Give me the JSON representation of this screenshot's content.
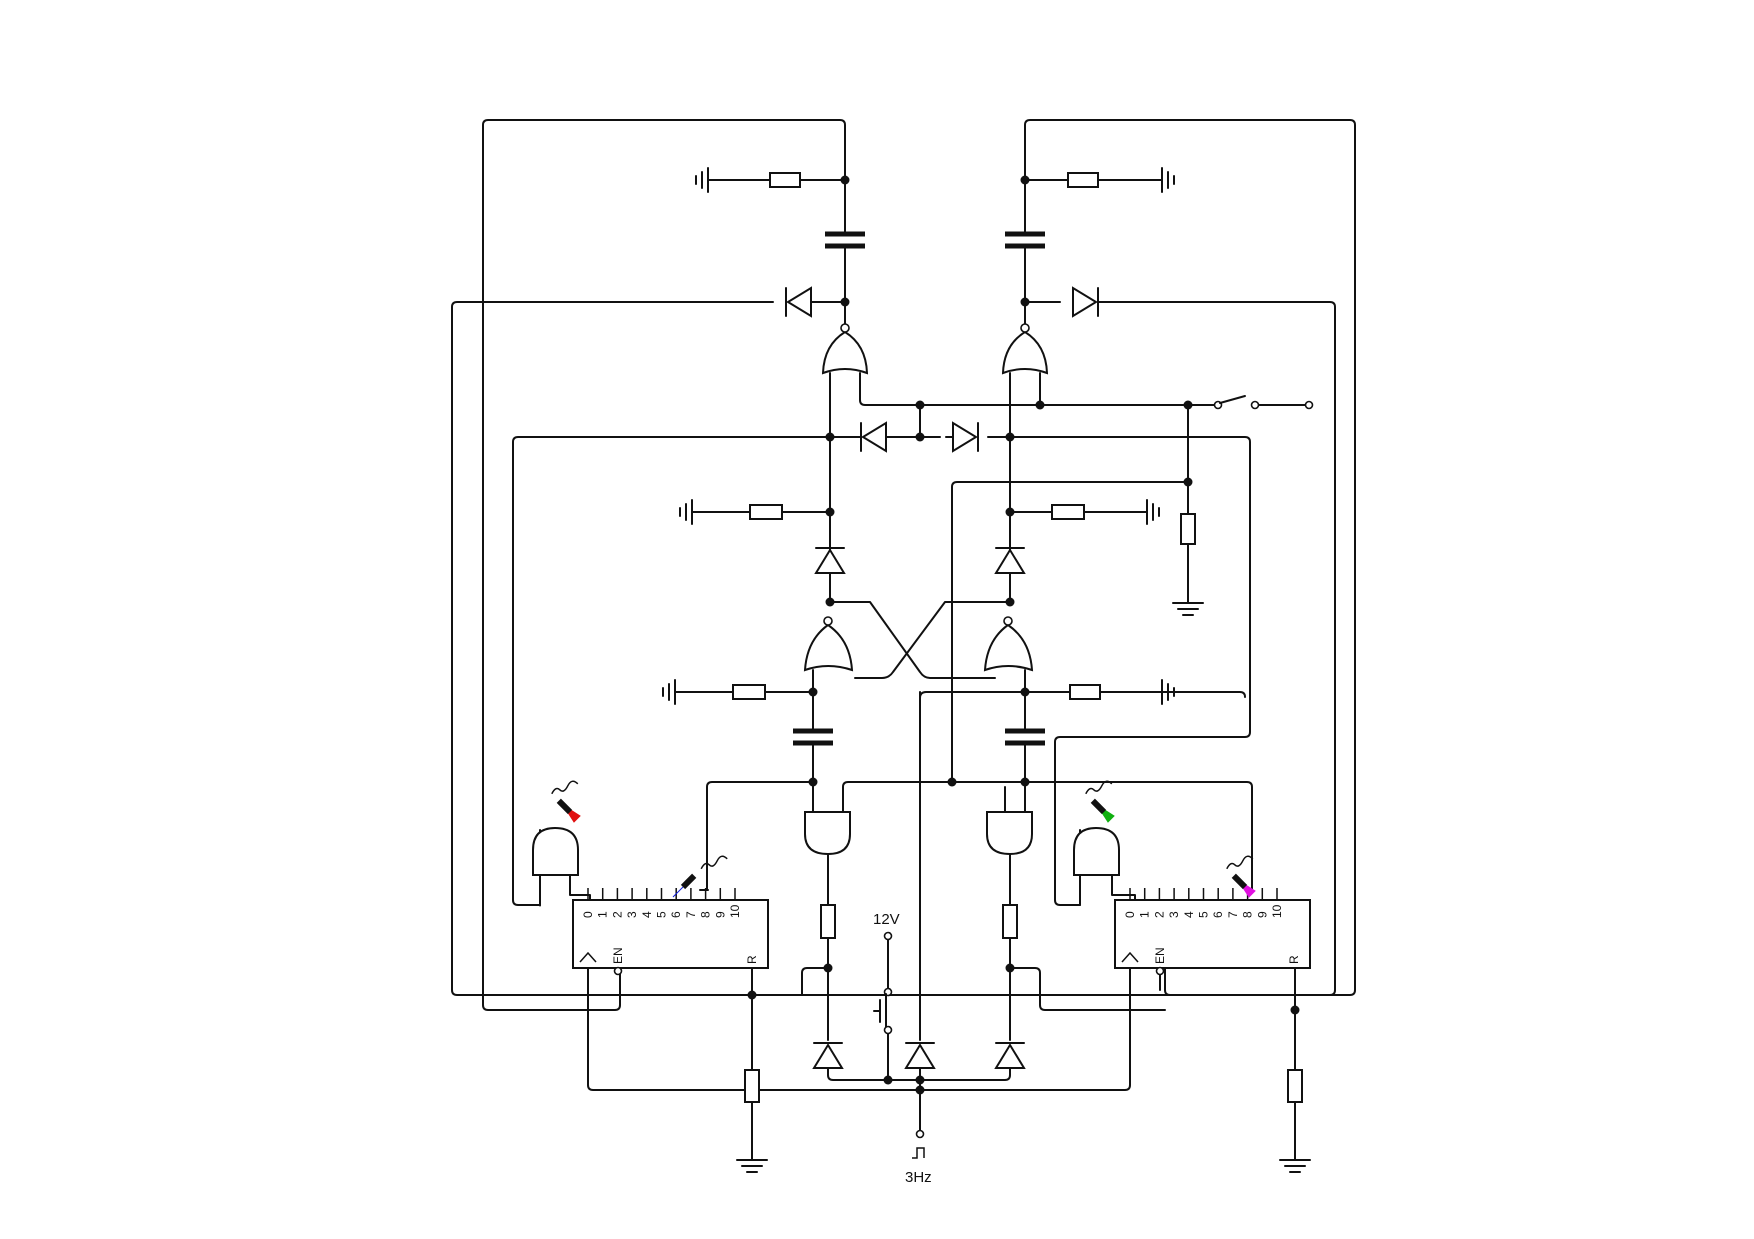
{
  "labels": {
    "supply": "12V",
    "clock": "3Hz"
  },
  "counter_pins": {
    "outputs": [
      "0",
      "1",
      "2",
      "3",
      "4",
      "5",
      "6",
      "7",
      "8",
      "9",
      "10"
    ],
    "enable": "EN",
    "reset": "R"
  },
  "probes": [
    {
      "name": "red",
      "color": "#e01010"
    },
    {
      "name": "blue",
      "color": "#1020e0"
    },
    {
      "name": "green",
      "color": "#10b010"
    },
    {
      "name": "magenta",
      "color": "#e010e0"
    }
  ],
  "colors": {
    "wire": "#111111",
    "background": "#ffffff"
  }
}
